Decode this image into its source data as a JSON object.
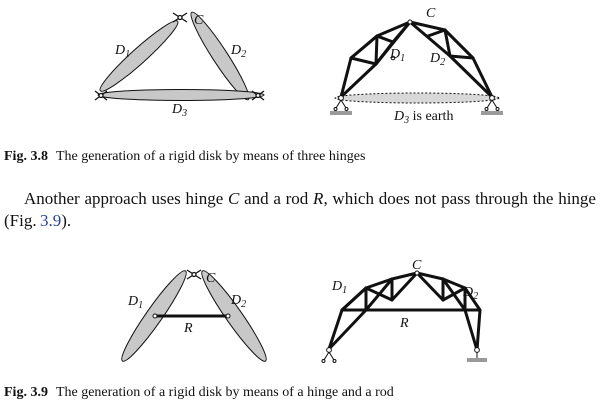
{
  "fig38": {
    "left": {
      "labels": {
        "c": "C",
        "d1": "D",
        "d1_sub": "1",
        "d2": "D",
        "d2_sub": "2",
        "d3": "D",
        "d3_sub": "3"
      }
    },
    "right": {
      "labels": {
        "c": "C",
        "d1": "D",
        "d1_sub": "1",
        "d2": "D",
        "d2_sub": "2",
        "d3": "D",
        "d3_sub": "3",
        "d3_suffix": " is earth"
      }
    }
  },
  "caption38": {
    "label": "Fig. 3.8",
    "text": "The generation of a rigid disk by means of three hinges"
  },
  "paragraph": {
    "part1": "Another approach uses hinge ",
    "c": "C",
    "part2": " and a rod ",
    "r": "R",
    "part3": ", which does not pass through the hinge (Fig. ",
    "ref": "3.9",
    "part4": ")."
  },
  "fig39": {
    "left": {
      "labels": {
        "c": "C",
        "d1": "D",
        "d1_sub": "1",
        "d2": "D",
        "d2_sub": "2",
        "r": "R"
      }
    },
    "right": {
      "labels": {
        "c": "C",
        "d1": "D",
        "d1_sub": "1",
        "d2": "D",
        "d2_sub": "2",
        "r": "R"
      }
    }
  },
  "caption39": {
    "label": "Fig. 3.9",
    "text": "The generation of a rigid disk by means of a hinge and a rod"
  },
  "colors": {
    "disk_fill": "#c8c8c8",
    "stroke": "#111111",
    "earth_fill": "#d8d8d8",
    "ground": "#9a9a9a",
    "link": "#2a3f9a"
  }
}
